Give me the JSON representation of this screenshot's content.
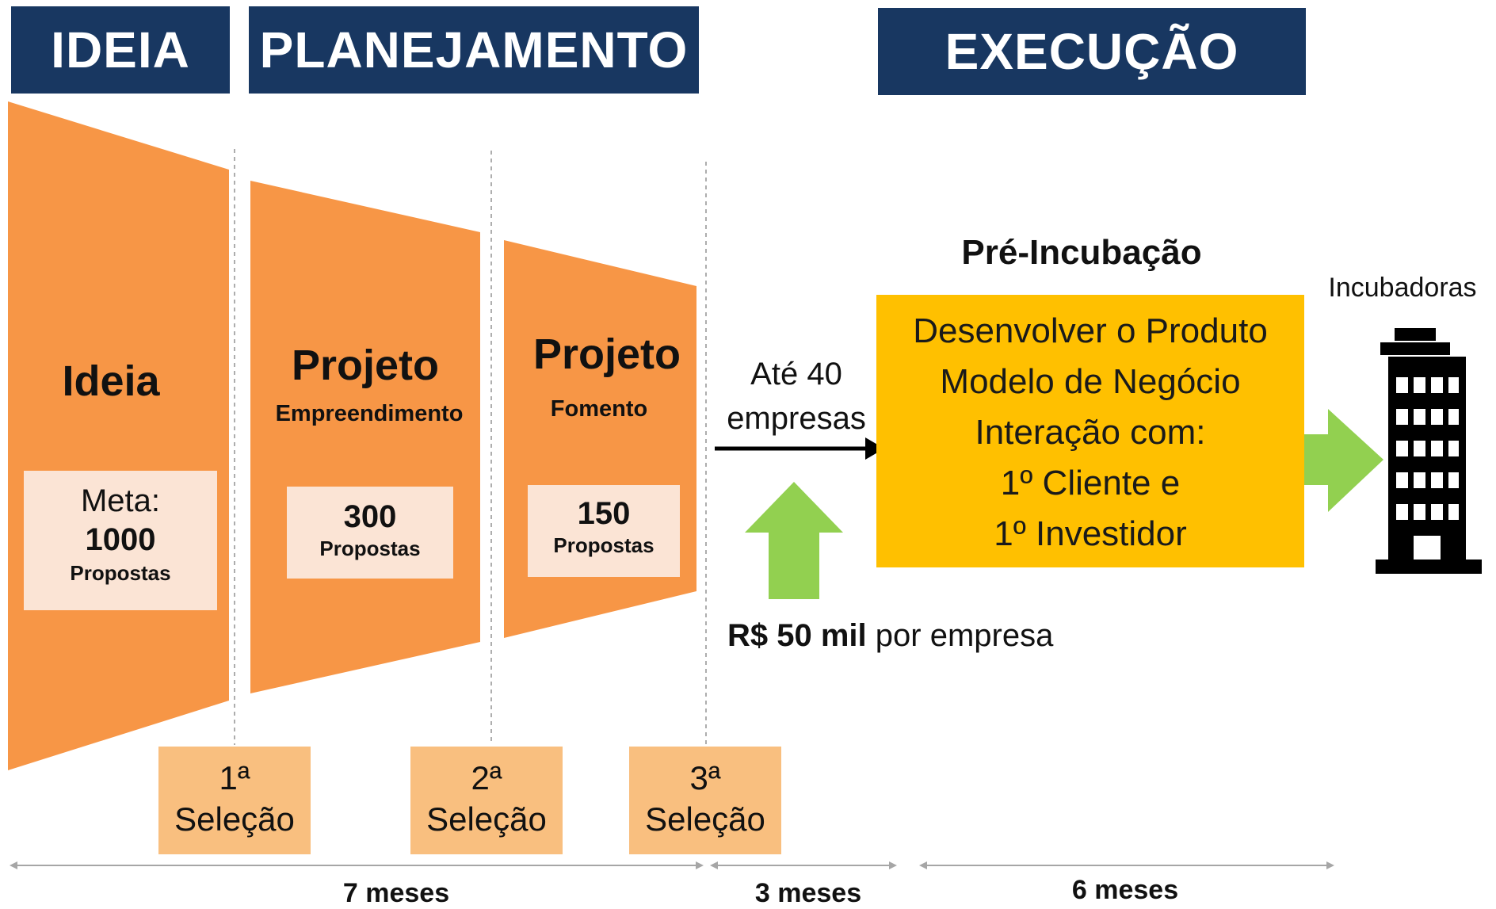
{
  "headers": {
    "ideia": "IDEIA",
    "planejamento": "PLANEJAMENTO",
    "execucao": "EXECUÇÃO"
  },
  "stages": [
    {
      "title": "Ideia",
      "subtitle": "",
      "meta_label": "Meta:",
      "count": "1000",
      "unit": "Propostas"
    },
    {
      "title": "Projeto",
      "subtitle": "Empreendimento",
      "count": "300",
      "unit": "Propostas"
    },
    {
      "title": "Projeto",
      "subtitle": "Fomento",
      "count": "150",
      "unit": "Propostas"
    }
  ],
  "selections": [
    {
      "ordinal": "1ª",
      "label": "Seleção"
    },
    {
      "ordinal": "2ª",
      "label": "Seleção"
    },
    {
      "ordinal": "3ª",
      "label": "Seleção"
    }
  ],
  "flow": {
    "companies_line1": "Até 40",
    "companies_line2": "empresas",
    "funding_amount": "R$ 50 mil",
    "funding_suffix": " por empresa"
  },
  "pre_incubation": {
    "title": "Pré-Incubação",
    "lines": [
      "Desenvolver o Produto",
      "Modelo de Negócio",
      "Interação com:",
      "1º Cliente e",
      "1º Investidor"
    ]
  },
  "incubators_label": "Incubadoras",
  "durations": {
    "first": "7 meses",
    "second": "3 meses",
    "third": "6 meses"
  },
  "colors": {
    "header_bg": "#183761",
    "funnel_orange": "#f79646",
    "selection_orange": "#f9bf7f",
    "count_box": "#fbe4d5",
    "pre_incubation_yellow": "#ffc000",
    "arrow_green": "#92d050",
    "building": "#000000"
  }
}
